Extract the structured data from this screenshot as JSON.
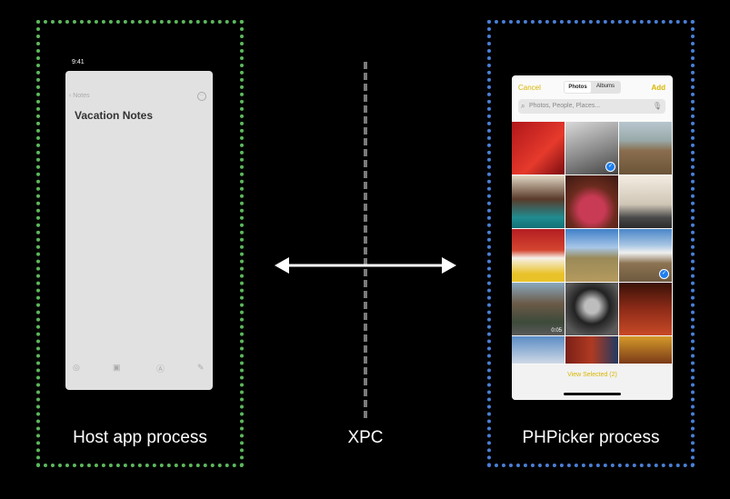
{
  "labels": {
    "host": "Host app process",
    "xpc": "XPC",
    "picker": "PHPicker process"
  },
  "host_app": {
    "status_time": "9:41",
    "back_label": "Notes",
    "note_title": "Vacation Notes"
  },
  "picker": {
    "cancel_label": "Cancel",
    "add_label": "Add",
    "tabs": [
      "Photos",
      "Albums"
    ],
    "search_placeholder": "Photos, People, Places...",
    "video_duration": "0:05",
    "view_selected": "View Selected (2)"
  },
  "colors": {
    "host_border": "#5cb85c",
    "picker_border": "#4a7fd6",
    "accent": "#d9b600"
  },
  "icons": [
    "chevron-left-icon",
    "more-icon",
    "checklist-icon",
    "camera-icon",
    "markup-icon",
    "compose-icon",
    "search-icon",
    "microphone-icon",
    "checkmark-icon"
  ]
}
